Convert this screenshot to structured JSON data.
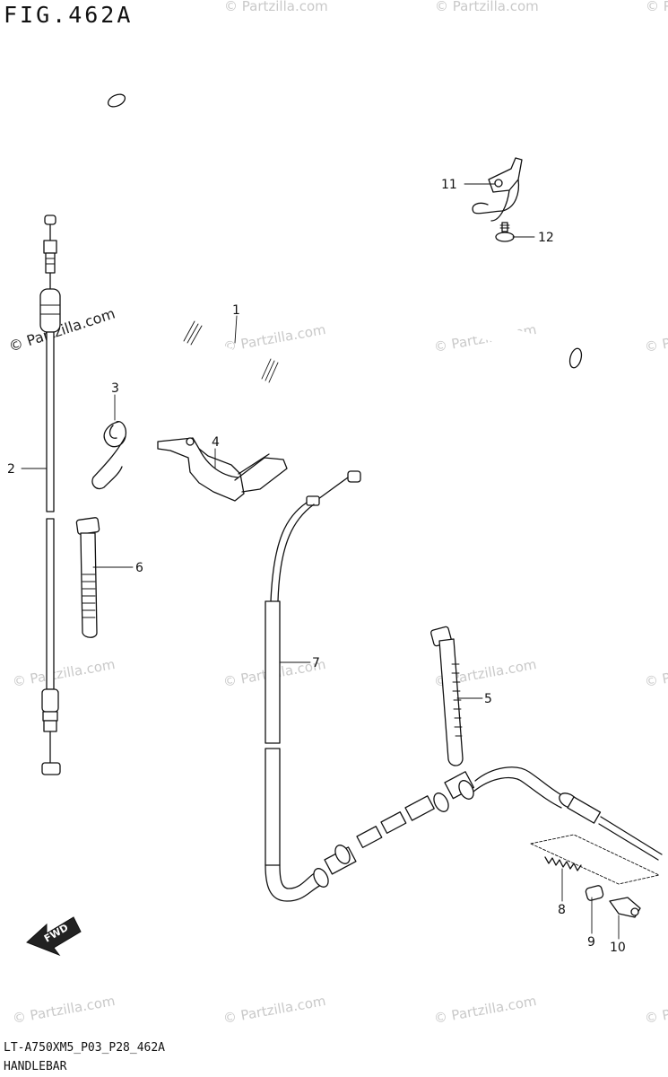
{
  "header": {
    "title": "FIG.462A"
  },
  "footer": {
    "drawing_code": "LT-A750XM5_P03_P28_462A",
    "caption": "HANDLEBAR"
  },
  "watermark": {
    "text": "© Partzilla.com"
  },
  "callouts": {
    "c1": "1",
    "c2": "2",
    "c3": "3",
    "c4": "4",
    "c5": "5",
    "c6": "6",
    "c7": "7",
    "c8": "8",
    "c9": "9",
    "c10": "10",
    "c11": "11",
    "c12": "12"
  },
  "fwd_label": "FWD"
}
